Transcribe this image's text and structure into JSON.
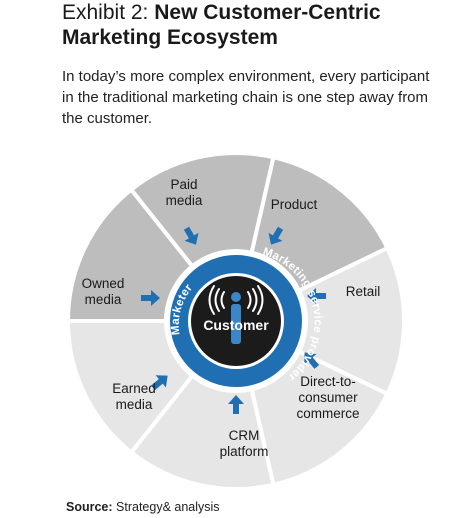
{
  "header": {
    "title_lead": "Exhibit 2: ",
    "title_bold_line1": "New Customer-Centric",
    "title_bold_line2": "Marketing Ecosystem",
    "subtitle": "In today’s more complex environment, every participant in the traditional marketing chain is one step away from the customer."
  },
  "diagram": {
    "center_label": "Customer",
    "inner_ring_left": "Marketer",
    "inner_ring_right": "Marketing service provider",
    "segments": [
      {
        "id": "paid-media",
        "lines": [
          "Paid",
          "media"
        ],
        "shade": "dark"
      },
      {
        "id": "product",
        "lines": [
          "Product"
        ],
        "shade": "light"
      },
      {
        "id": "retail",
        "lines": [
          "Retail"
        ],
        "shade": "light"
      },
      {
        "id": "direct-to-consumer",
        "lines": [
          "Direct-to-",
          "consumer",
          "commerce"
        ],
        "shade": "light"
      },
      {
        "id": "crm-platform",
        "lines": [
          "CRM",
          "platform"
        ],
        "shade": "light"
      },
      {
        "id": "earned-media",
        "lines": [
          "Earned",
          "media"
        ],
        "shade": "dark"
      },
      {
        "id": "owned-media",
        "lines": [
          "Owned",
          "media"
        ],
        "shade": "dark"
      }
    ],
    "colors": {
      "dark_segment": "#bdbdbd",
      "light_segment": "#e6e6e6",
      "ring_blue": "#1f6fb2",
      "arrow_blue": "#1f6fb2",
      "center": "#1b1b1b"
    }
  },
  "footer": {
    "source_label": "Source:",
    "source_text": " Strategy& analysis"
  }
}
